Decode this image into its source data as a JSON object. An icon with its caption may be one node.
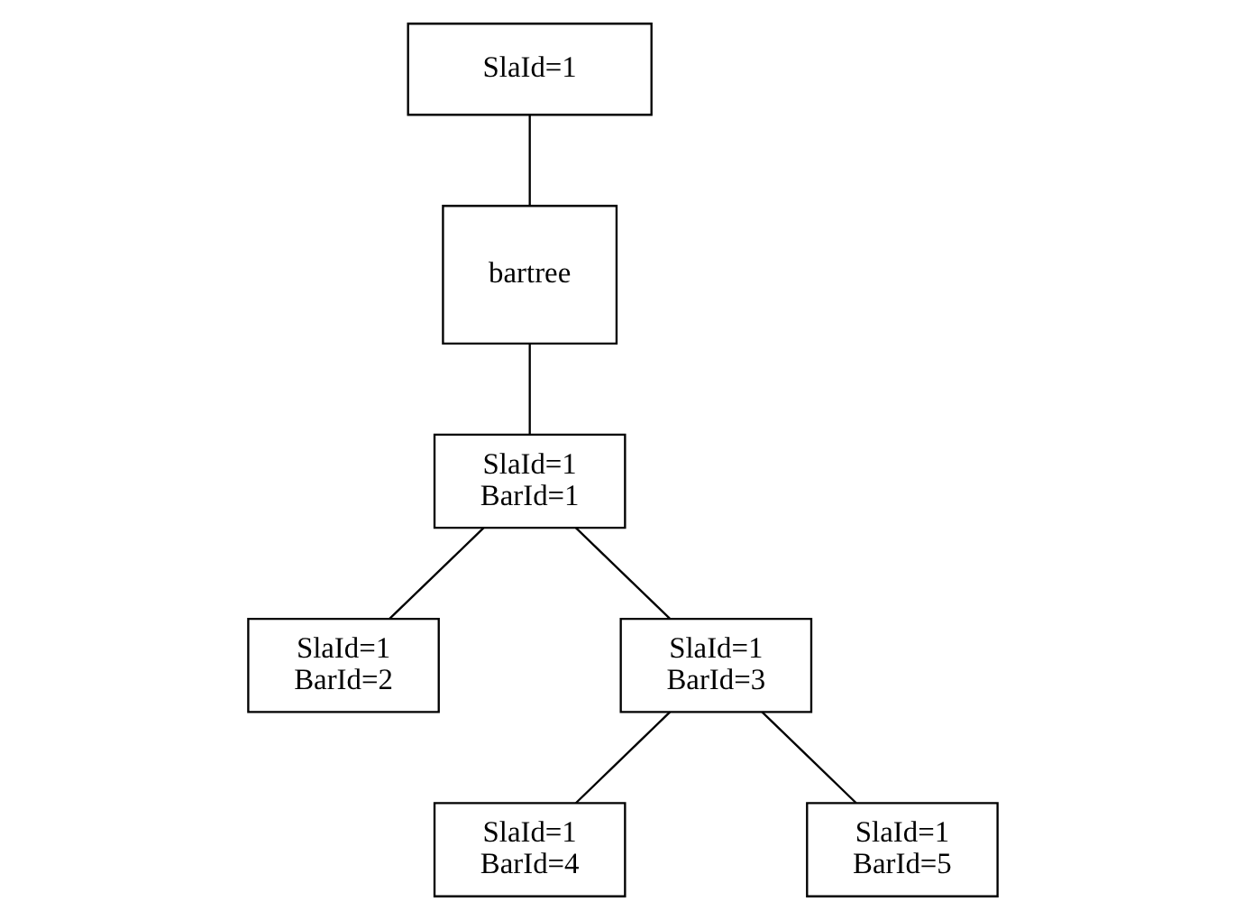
{
  "diagram": {
    "nodes": [
      {
        "text": [
          "SlaId=1"
        ]
      },
      {
        "text": [
          "bartree"
        ]
      },
      {
        "text": [
          "SlaId=1",
          "BarId=1"
        ]
      },
      {
        "text": [
          "SlaId=1",
          "BarId=2"
        ]
      },
      {
        "text": [
          "SlaId=1",
          "BarId=3"
        ]
      },
      {
        "text": [
          "SlaId=1",
          "BarId=4"
        ]
      },
      {
        "text": [
          "SlaId=1",
          "BarId=5"
        ]
      }
    ],
    "edges": [
      {
        "from": 0,
        "to": 1,
        "arrow": "none"
      },
      {
        "from": 1,
        "to": 2,
        "arrow": "none"
      },
      {
        "from": 2,
        "to": 3,
        "arrow": "none"
      },
      {
        "from": 2,
        "to": 4,
        "arrow": "none"
      },
      {
        "from": 4,
        "to": 5,
        "arrow": "none"
      },
      {
        "from": 4,
        "to": 6,
        "arrow": "none"
      }
    ]
  }
}
